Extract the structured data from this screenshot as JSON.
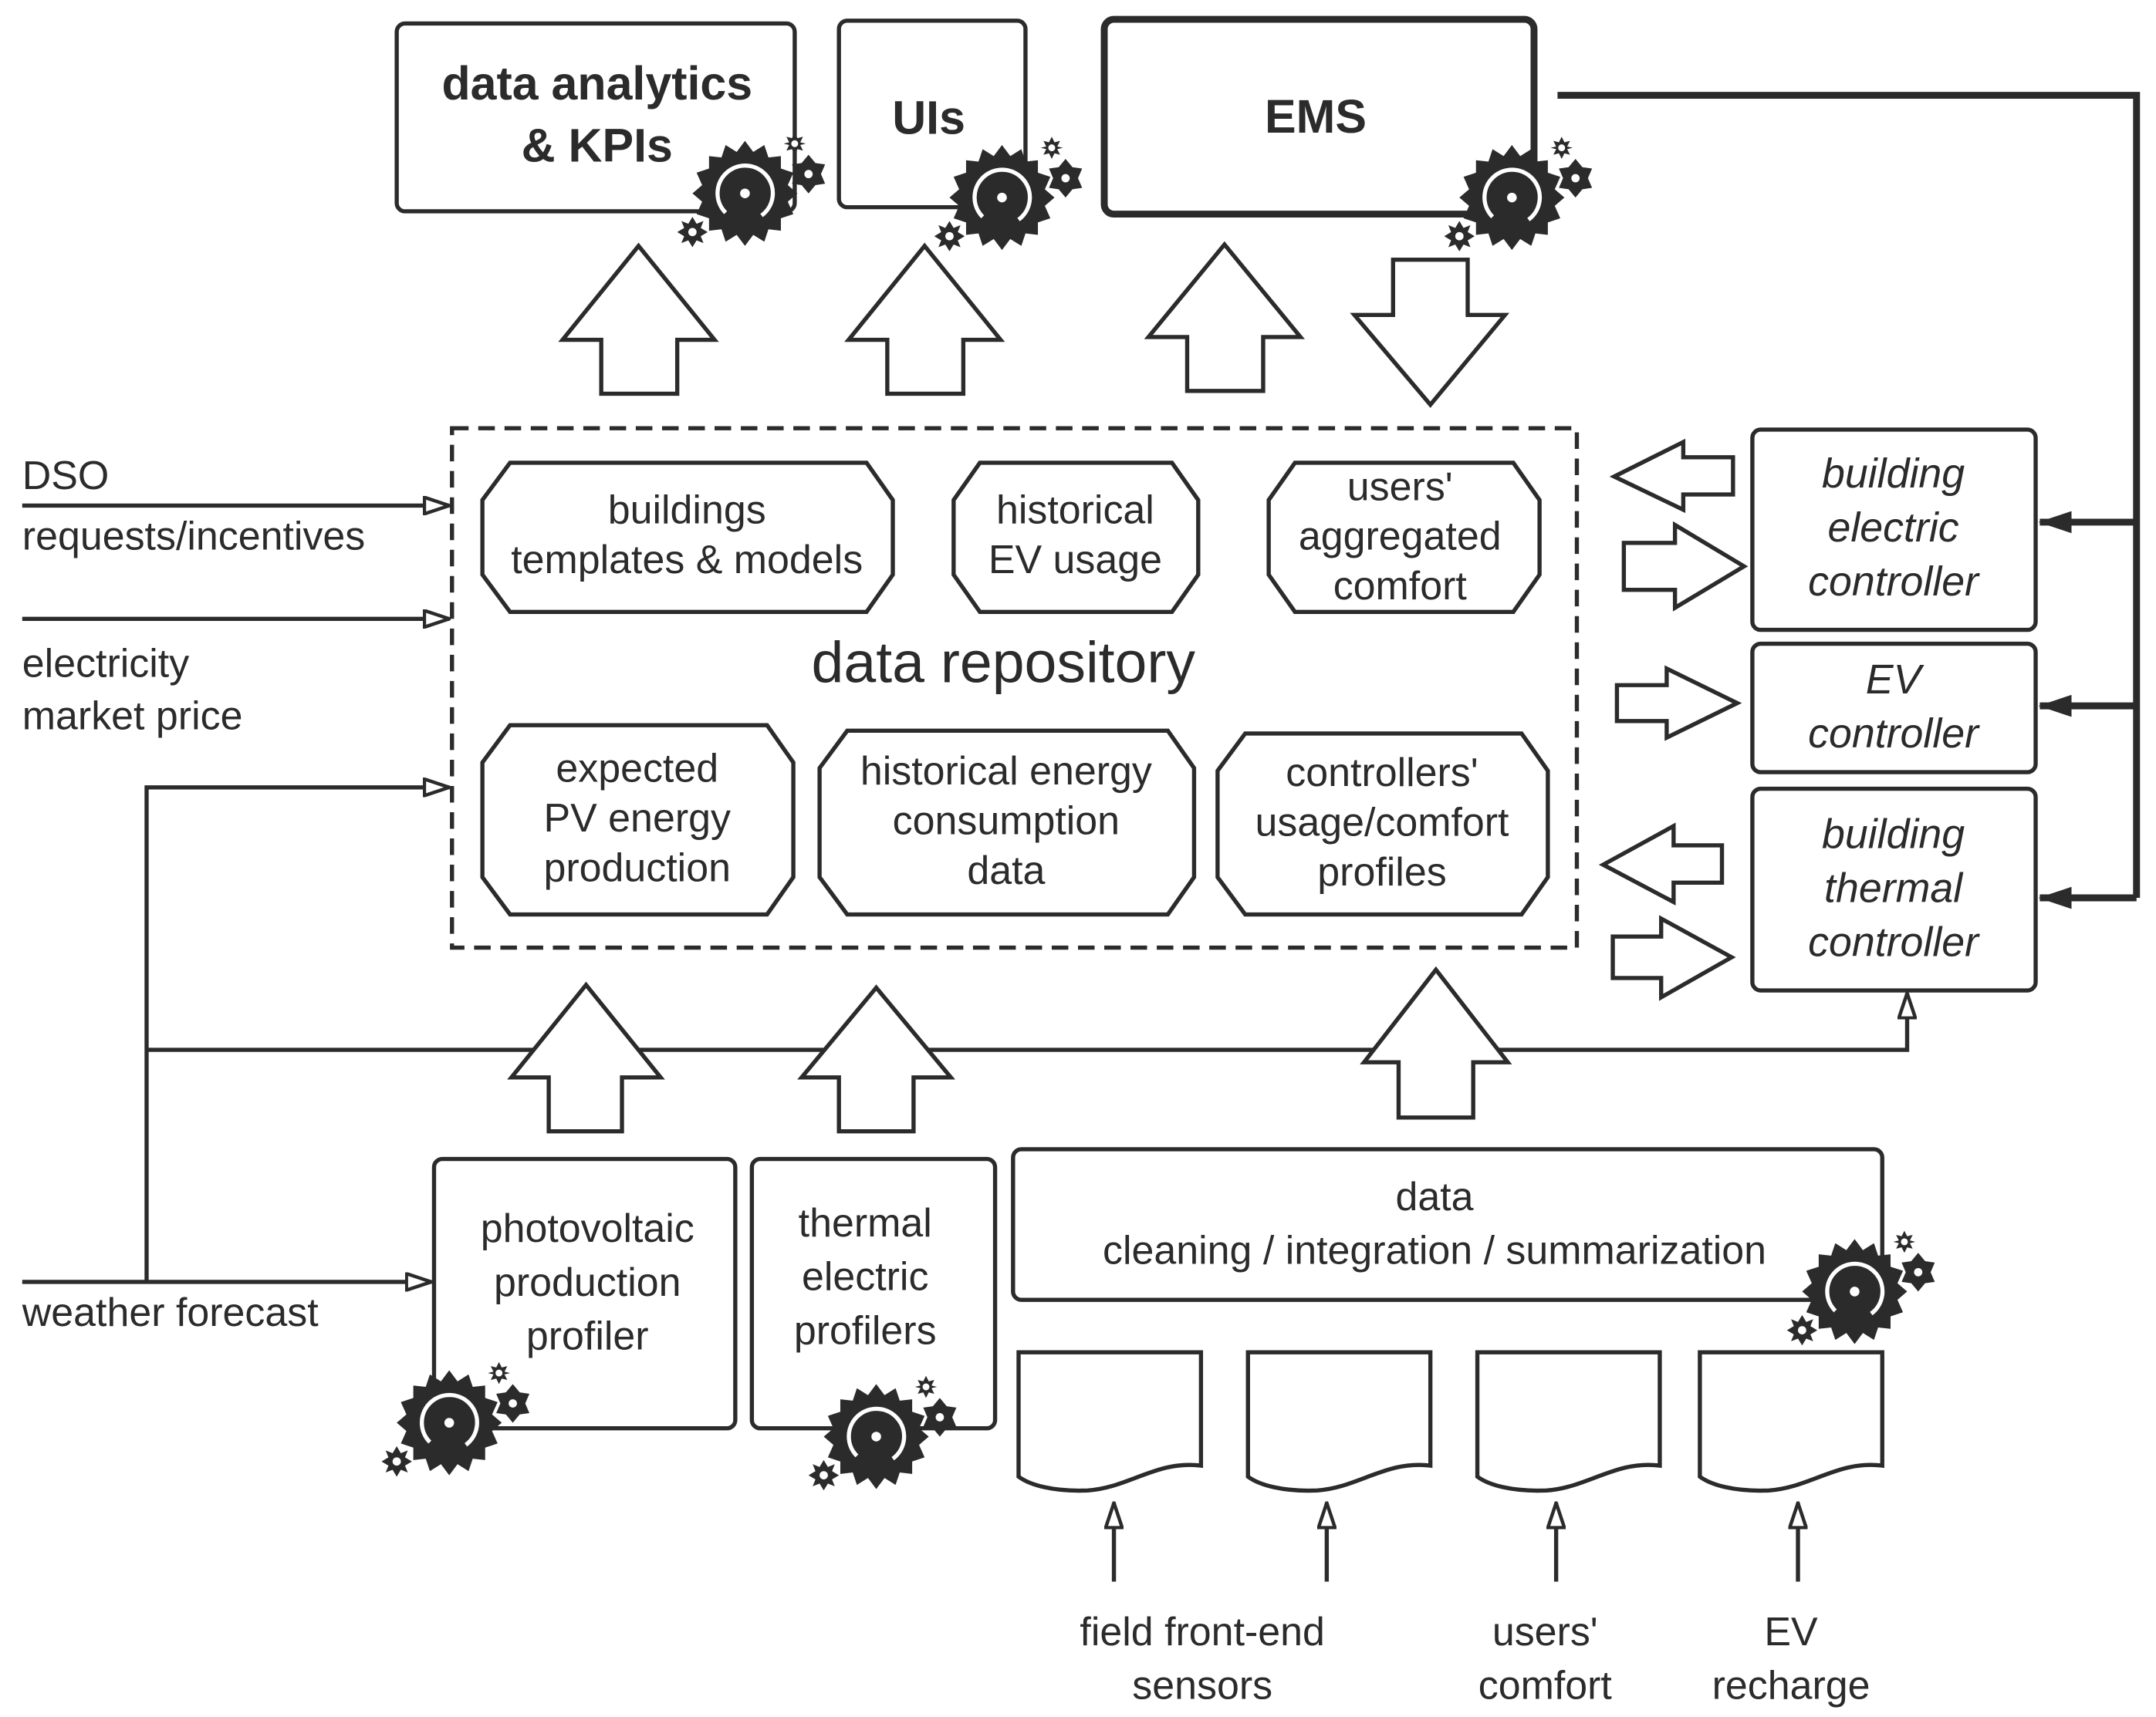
{
  "colors": {
    "ink": "#2b2b2b",
    "background": "#ffffff"
  },
  "top_modules": {
    "analytics": {
      "lines": [
        "data analytics",
        "& KPIs"
      ]
    },
    "uis": {
      "lines": [
        "UIs"
      ]
    },
    "ems": {
      "lines": [
        "EMS"
      ]
    }
  },
  "repository": {
    "title": "data repository",
    "items": [
      {
        "lines": [
          "buildings",
          "templates & models"
        ]
      },
      {
        "lines": [
          "historical",
          "EV usage"
        ]
      },
      {
        "lines": [
          "users'",
          "aggregated",
          "comfort"
        ]
      },
      {
        "lines": [
          "expected",
          "PV energy",
          "production"
        ]
      },
      {
        "lines": [
          "historical energy",
          "consumption",
          "data"
        ]
      },
      {
        "lines": [
          "controllers'",
          "usage/comfort",
          "profiles"
        ]
      }
    ]
  },
  "external_inputs": {
    "dso": [
      "DSO",
      "requests/incentives"
    ],
    "price": [
      "electricity",
      "market price"
    ],
    "weather": [
      "weather forecast"
    ]
  },
  "controllers": [
    {
      "lines": [
        "building",
        "electric",
        "controller"
      ]
    },
    {
      "lines": [
        "EV",
        "controller"
      ]
    },
    {
      "lines": [
        "building",
        "thermal",
        "controller"
      ]
    }
  ],
  "profilers": [
    {
      "lines": [
        "photovoltaic",
        "production",
        "profiler"
      ]
    },
    {
      "lines": [
        "thermal",
        "electric",
        "profilers"
      ]
    }
  ],
  "data_processing": {
    "lines": [
      "data",
      "cleaning / integration / summarization"
    ]
  },
  "sources": [
    {
      "lines": [
        "field front-end",
        "sensors"
      ]
    },
    {
      "lines": [
        "users'",
        "comfort"
      ]
    },
    {
      "lines": [
        "EV",
        "recharge"
      ]
    }
  ],
  "icons": {
    "process": "gears-icon",
    "document": "document-icon"
  }
}
